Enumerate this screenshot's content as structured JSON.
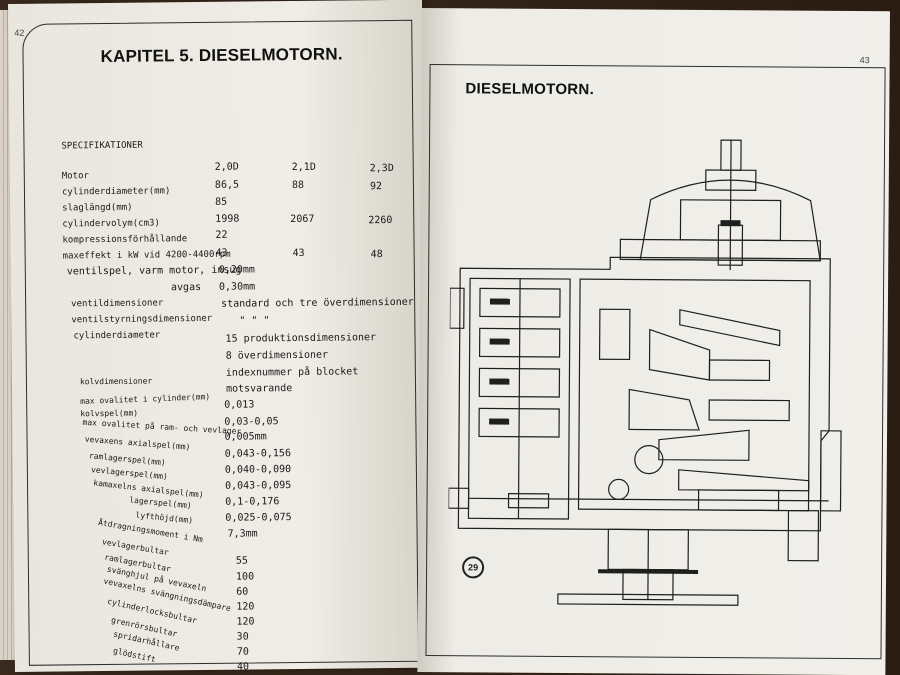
{
  "left_page": {
    "page_number": "42",
    "title": "KAPITEL 5. DIESELMOTORN.",
    "section_header": "SPECIFIKATIONER",
    "motor_label": "Motor",
    "models": [
      "2,0D",
      "2,1D",
      "2,3D"
    ],
    "rows": [
      {
        "label": "cylinderdiameter(mm)",
        "values": [
          "86,5",
          "88",
          "92"
        ]
      },
      {
        "label": "slaglängd(mm)",
        "values": [
          "85",
          "",
          ""
        ]
      },
      {
        "label": "cylindervolym(cm3)",
        "values": [
          "1998",
          "2067",
          "2260"
        ]
      },
      {
        "label": "kompressionsförhållande",
        "values": [
          "22",
          "",
          ""
        ]
      },
      {
        "label": "maxeffekt i kW vid 4200-4400rpm",
        "values": [
          "43",
          "43",
          "48"
        ]
      }
    ],
    "ventilspel_label": "ventilspel, varm motor, insug",
    "ventilspel_insug": "0,20mm",
    "avgas_label": "avgas",
    "ventilspel_avgas": "0,30mm",
    "ventildim_label": "ventildimensioner",
    "ventildim_value": "standard och tre överdimensioner",
    "ventilstyr_label": "ventilstyrningsdimensioner",
    "ventilstyr_value": "\"        \"        \"",
    "cyldia_label": "cylinderdiameter",
    "cyldia_lines": [
      "15 produktionsdimensioner",
      "8 överdimensioner",
      "indexnummer på blocket",
      "motsvarande"
    ],
    "kolv_label": "kolvdimensioner",
    "tolerances": [
      {
        "label": "max ovalitet i cylinder(mm)",
        "value": "0,013"
      },
      {
        "label": "kolvspel(mm)",
        "value": "0,03-0,05"
      },
      {
        "label": "max ovalitet på ram- och vevlager",
        "value": "0,005mm"
      },
      {
        "label": "vevaxens axialspel(mm)",
        "value": ""
      },
      {
        "label": "ramlagerspel(mm)",
        "value": "0,043-0,156"
      },
      {
        "label": "vevlagerspel(mm)",
        "value": "0,040-0,090"
      },
      {
        "label": "kamaxelns axialspel(mm)",
        "value": "0,043-0,095"
      },
      {
        "label": "lagerspel(mm)",
        "value": "0,1-0,176"
      },
      {
        "label": "lyfthöjd(mm)",
        "value": "0,025-0,075"
      }
    ],
    "extra_value": "7,3mm",
    "torque_header": "Åtdragningsmoment i Nm",
    "torques": [
      {
        "label": "vevlagerbultar",
        "value": "55"
      },
      {
        "label": "ramlagerbultar",
        "value": "100"
      },
      {
        "label": "svänghjul på vevaxeln",
        "value": "60"
      },
      {
        "label": "vevaxelns svängningsdämpare",
        "value": "120"
      },
      {
        "label": "cylinderlocksbultar",
        "value": "120"
      },
      {
        "label": "grenrörsbultar",
        "value": "30"
      },
      {
        "label": "spridarhållare",
        "value": "70"
      },
      {
        "label": "glödstift",
        "value": "40"
      }
    ]
  },
  "right_page": {
    "page_number": "43",
    "title": "DIESELMOTORN.",
    "figure_number": "29",
    "diagram_icon": "engine-cross-section-drawing"
  },
  "colors": {
    "paper": "#efede6",
    "ink": "#1a1a1a",
    "background": "#2b1d13"
  }
}
